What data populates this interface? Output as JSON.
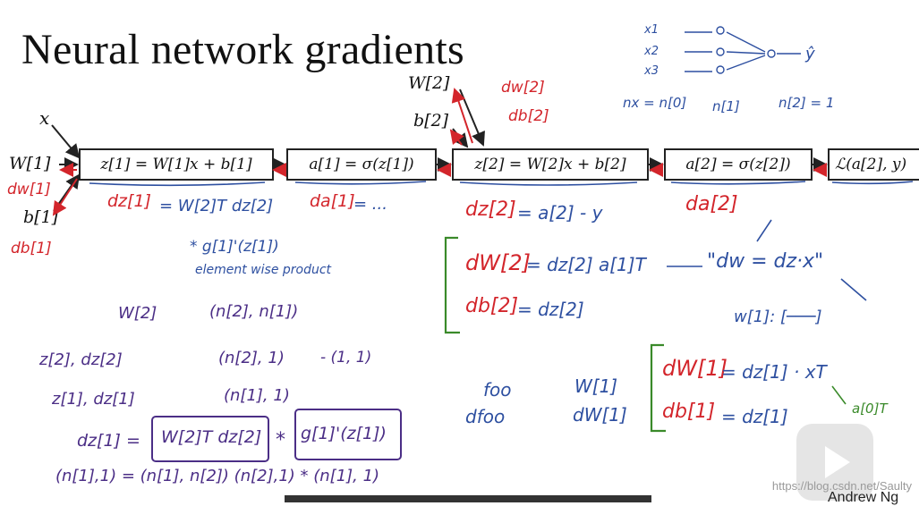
{
  "title": "Neural network gradients",
  "inputs": {
    "x": "x",
    "w1": "W[1]",
    "b1": "b[1]",
    "w2": "W[2]",
    "b2": "b[2]"
  },
  "boxes": {
    "z1": "z[1] = W[1]x + b[1]",
    "a1": "a[1] = σ(z[1])",
    "z2": "z[2] = W[2]x + b[2]",
    "a2": "a[2] = σ(z[2])",
    "loss": "ℒ(a[2], y)"
  },
  "handwriting": {
    "red": {
      "dw1": "dw[1]",
      "db1": "db[1]",
      "dw2": "dw[2]",
      "db2": "db[2]",
      "dz1_label": "dz[1]",
      "da1_label": "da[1]",
      "dz2_label": "dz[2]",
      "da2_label": "da[2]",
      "dW2": "dW[2]",
      "db2b": "db[2]",
      "dW1": "dW[1]",
      "db1b": "db[1]"
    },
    "blue": {
      "dz1_eq": "= W[2]T dz[2]",
      "da1_eq": "= ...",
      "dz2_eq": "= a[2] - y",
      "g1": "* g[1]'(z[1])",
      "elementwise": "element wise product",
      "dW2_eq": "= dz[2] a[1]T",
      "db2_eq": "= dz[2]",
      "dw_rule": "\"dw = dz·x\"",
      "w1_shape": "w[1]: [───]",
      "foo": "foo",
      "dfoo": "dfoo",
      "W1": "W[1]",
      "dW1b": "dW[1]",
      "dW1_eq": "= dz[1] · xT",
      "db1_eq": "= dz[1]",
      "net_x1": "x1",
      "net_x2": "x2",
      "net_x3": "x3",
      "net_yhat": "ŷ",
      "nx": "nx = n[0]",
      "n1": "n[1]",
      "n2": "n[2] = 1"
    },
    "purple": {
      "W2": "W[2]",
      "n2n1": "(n[2], n[1])",
      "z2dz2": "z[2], dz[2]",
      "n2_1": "(n[2], 1)",
      "one_one": "- (1, 1)",
      "z1dz1": "z[1], dz[1]",
      "n1_1": "(n[1], 1)",
      "dz1_eq": "dz[1] =",
      "W2T_dz2": "W[2]T dz[2]",
      "times": "*",
      "g1z1": "g[1]'(z[1])",
      "shape_line": "(n[1],1) = (n[1], n[2]) (n[2],1) * (n[1], 1)"
    },
    "green": {
      "a0T": "a[0]T"
    }
  },
  "watermark": "https://blog.csdn.net/Saulty",
  "credit": "Andrew Ng",
  "colors": {
    "red": "#d3252b",
    "blue": "#2d4fa0",
    "purple": "#4b2e86",
    "green": "#3a8a2a"
  }
}
